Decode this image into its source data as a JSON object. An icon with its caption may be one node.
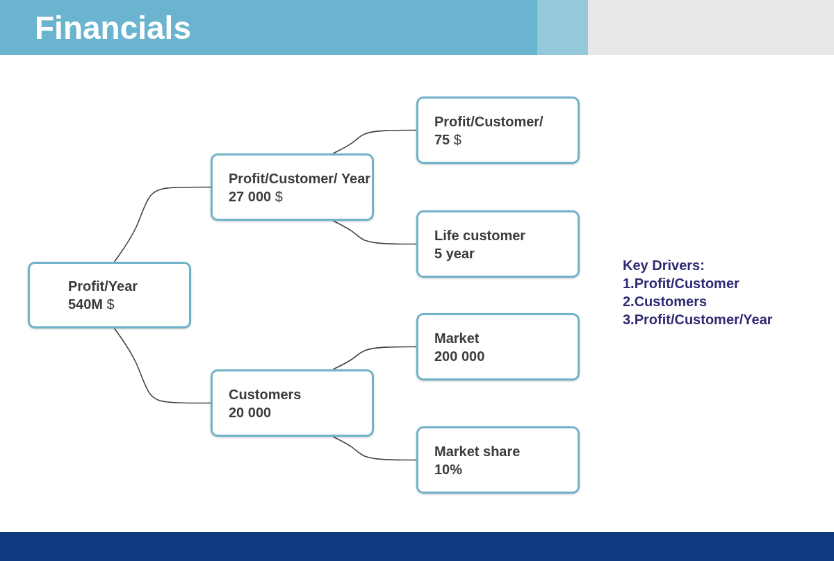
{
  "diagram": {
    "title": "Financials",
    "nodes": [
      {
        "text": [
          "Profit/Year",
          "**540M** $"
        ]
      },
      {
        "text": [
          "Profit/Customer/ Year",
          "**27 000** $"
        ]
      },
      {
        "text": [
          "Customers",
          "20 000"
        ]
      },
      {
        "text": [
          "Profit/Customer/",
          "**75** $"
        ]
      },
      {
        "text": [
          "Life customer",
          "5 year"
        ]
      },
      {
        "text": [
          "Market",
          "200 000"
        ]
      },
      {
        "text": [
          "Market share",
          "10%"
        ]
      }
    ],
    "edges": [
      {
        "from": 0,
        "to": 1,
        "arrow": "none"
      },
      {
        "from": 0,
        "to": 2,
        "arrow": "none"
      },
      {
        "from": 1,
        "to": 3,
        "arrow": "none"
      },
      {
        "from": 1,
        "to": 4,
        "arrow": "none"
      },
      {
        "from": 2,
        "to": 5,
        "arrow": "none"
      },
      {
        "from": 2,
        "to": 6,
        "arrow": "none"
      }
    ],
    "labels": [
      "Key Drivers:",
      "1.Profit/Customer",
      "2.Customers",
      "3.Profit/Customer/Year"
    ]
  }
}
